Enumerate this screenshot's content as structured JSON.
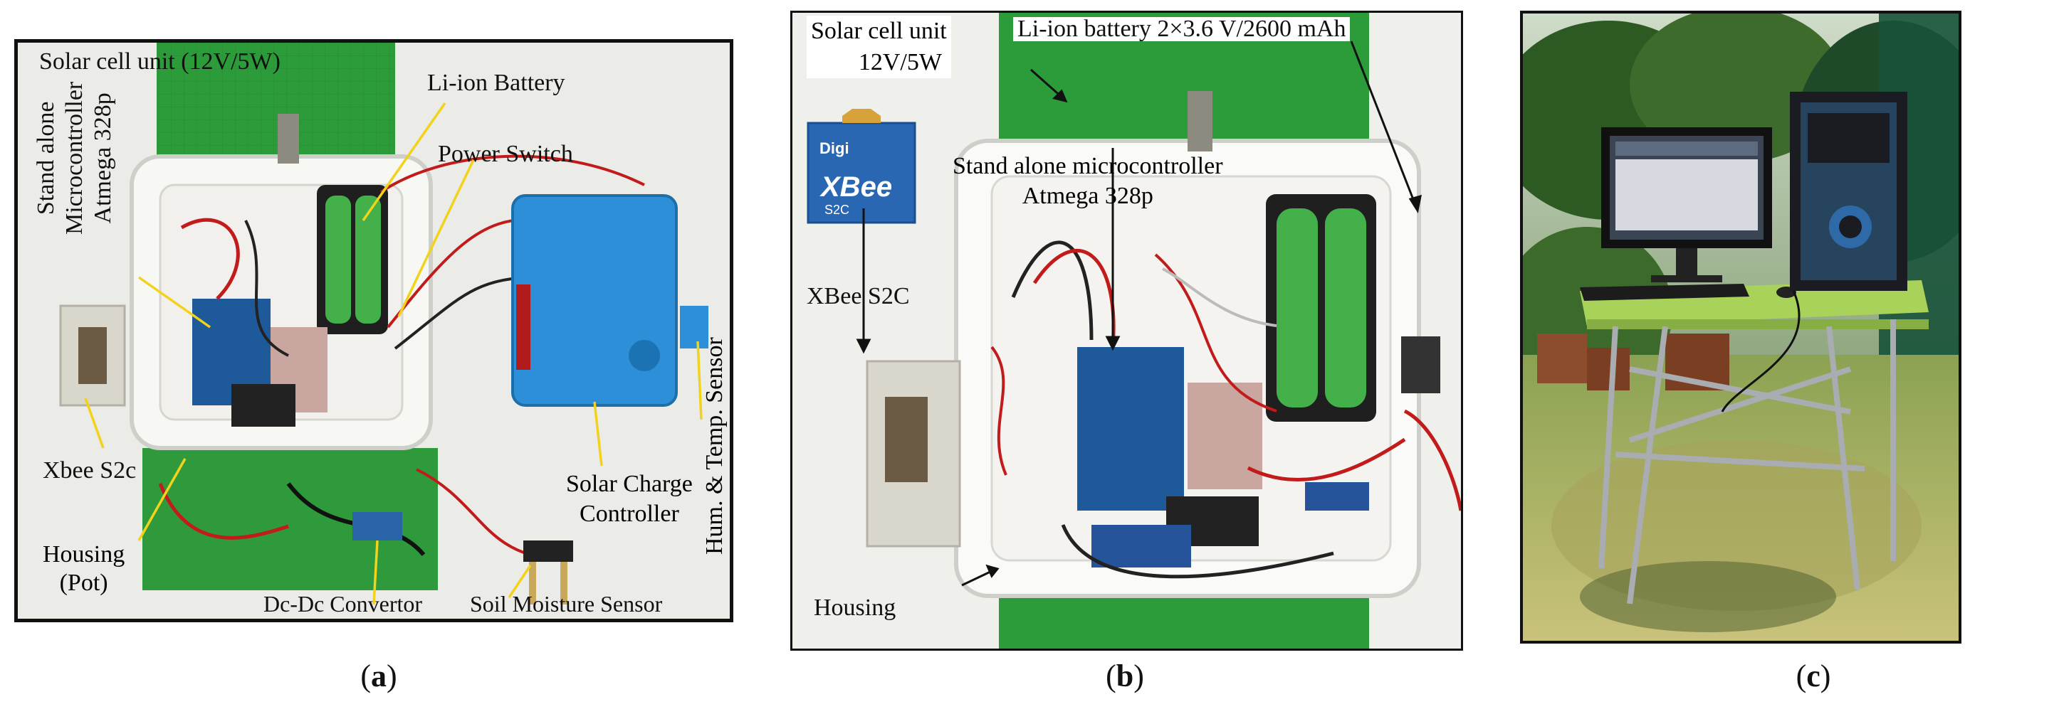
{
  "panels": [
    {
      "caption_letter": "a",
      "labels": {
        "solar_cell_unit": "Solar cell unit (12V/5W)",
        "li_ion_battery": "Li-ion Battery",
        "power_switch": "Power Switch",
        "microcontroller": [
          "Stand alone",
          "Microcontroller",
          "Atmega 328p"
        ],
        "xbee": "Xbee S2c",
        "housing": [
          "Housing",
          "(Pot)"
        ],
        "dcdc": "Dc-Dc Convertor",
        "soil_sensor": "Soil Moisture Sensor",
        "charge_controller": [
          "Solar Charge",
          "Controller"
        ],
        "hum_temp_sensor": "Hum. & Temp. Sensor"
      }
    },
    {
      "caption_letter": "b",
      "labels": {
        "solar_cell_unit": [
          "Solar cell unit",
          "12V/5W"
        ],
        "li_ion_battery": "Li-ion battery 2×3.6 V/2600 mAh",
        "microcontroller": [
          "Stand alone microcontroller",
          "Atmega 328p"
        ],
        "xbee": "XBee S2C",
        "housing": "Housing",
        "xbee_logo_brand": "Digi",
        "xbee_logo_model": "XBee",
        "xbee_logo_sub": "S2C"
      }
    },
    {
      "caption_letter": "c"
    }
  ]
}
